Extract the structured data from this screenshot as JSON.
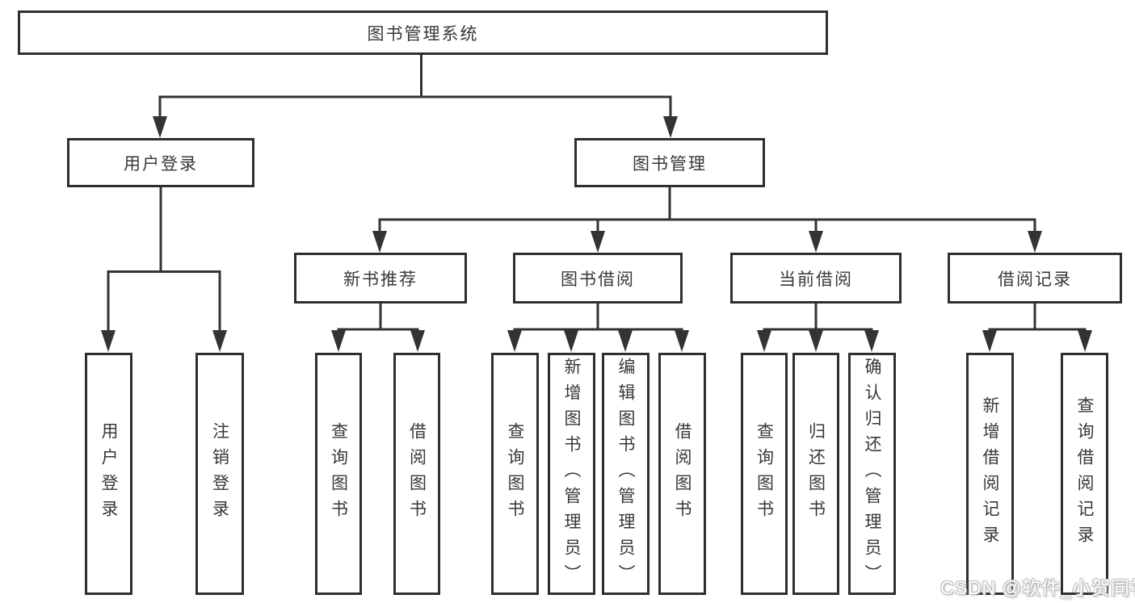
{
  "diagram_title": "图书管理系统",
  "nodes": {
    "root": "图书管理系统",
    "level2": [
      "用户登录",
      "图书管理"
    ],
    "level3": [
      "新书推荐",
      "图书借阅",
      "当前借阅",
      "借阅记录"
    ],
    "leaves_user_login": [
      "用户登录",
      "注销登录"
    ],
    "leaves_new_book": [
      "查询图书",
      "借阅图书"
    ],
    "leaves_book_borrow": [
      "查询图书",
      "新增图书（管理员）",
      "编辑图书（管理员）",
      "借阅图书"
    ],
    "leaves_current_borrow": [
      "查询图书",
      "归还图书",
      "确认归还（管理员）"
    ],
    "leaves_borrow_records": [
      "新增借阅记录",
      "查询借阅记录"
    ]
  },
  "colors": {
    "background": "#ffffff",
    "box_border": "#2f2f2f",
    "connector_line": "#333333",
    "text": "#383838",
    "watermark_fill": "#ffffff",
    "watermark_outline": "#bfbfbf"
  },
  "watermark": {
    "text": "CSDN @软件_小贺同学"
  }
}
